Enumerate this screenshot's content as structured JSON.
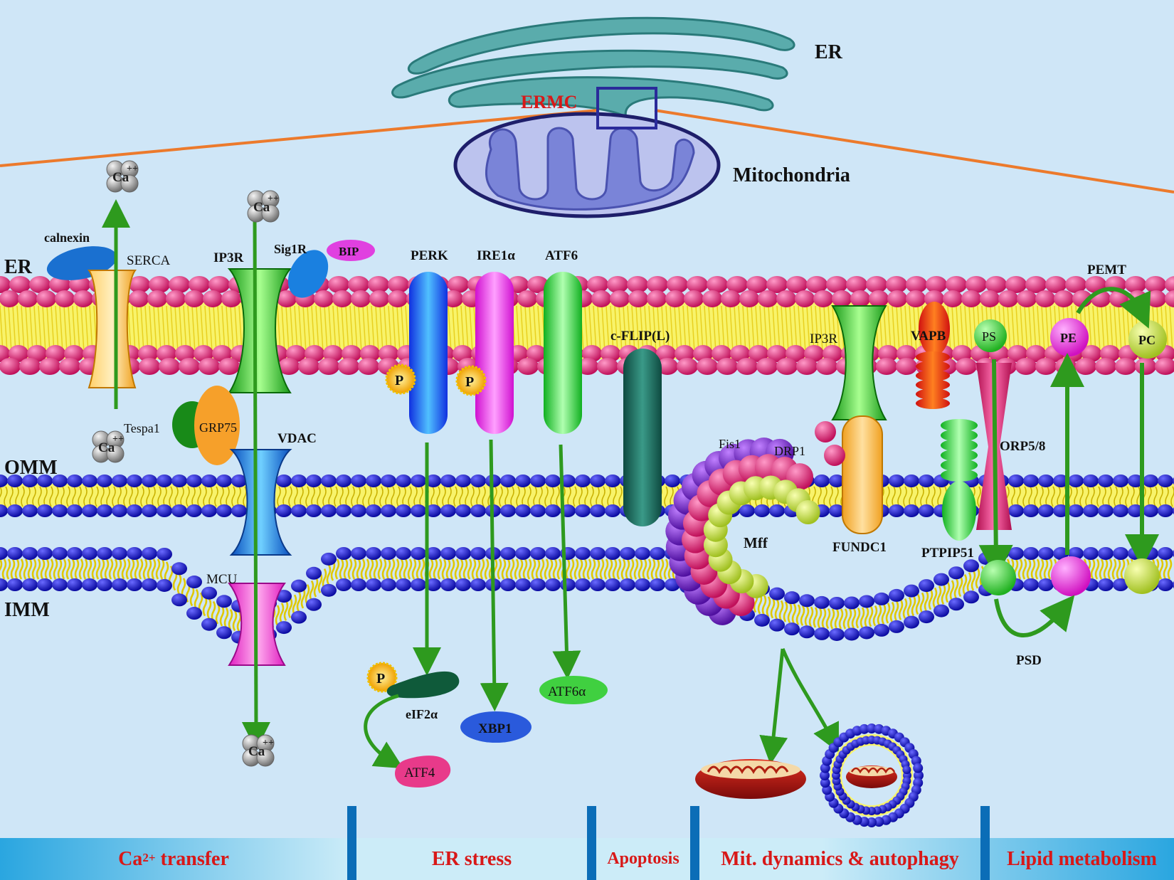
{
  "top": {
    "er_label": "ER",
    "ermc_label": "ERMC",
    "mitochondria_label": "Mitochondria"
  },
  "membranes": {
    "er": "ER",
    "omm": "OMM",
    "imm": "IMM"
  },
  "calcium": {
    "ion": "Ca",
    "charge": "++"
  },
  "proteins": {
    "calnexin": "calnexin",
    "serca": "SERCA",
    "ip3r_left": "IP3R",
    "sig1r": "Sig1R",
    "bip": "BIP",
    "tespa1": "Tespa1",
    "grp75": "GRP75",
    "vdac": "VDAC",
    "mcu": "MCU",
    "perk": "PERK",
    "ire1a": "IRE1α",
    "atf6": "ATF6",
    "phospho": "P",
    "eif2a": "eIF2α",
    "atf4": "ATF4",
    "xbp1": "XBP1",
    "atf6a": "ATF6α",
    "cflip": "c-FLIP(L)",
    "fis1": "Fis1",
    "drp1": "DRP1",
    "mff": "Mff",
    "ip3r_right": "IP3R",
    "fundc1": "FUNDC1",
    "vapb": "VAPB",
    "ptpip51": "PTPIP51",
    "orp58": "ORP5/8",
    "ps": "PS",
    "pe": "PE",
    "pc": "PC",
    "pemt": "PEMT",
    "psd": "PSD"
  },
  "footer": {
    "ca_prefix": "Ca",
    "ca_sup": "2+",
    "ca_suffix": " transfer",
    "er_stress": "ER stress",
    "apoptosis": "Apoptosis",
    "mit_dynamics": "Mit. dynamics & autophagy",
    "lipid": "Lipid metabolism"
  },
  "colors": {
    "background": "#cfe6f7",
    "er_lipid_head": "#d81a6a",
    "mito_lipid_head": "#1414c8",
    "lipid_tail": "#f4f02a",
    "arrow": "#2e9a1e",
    "footer_text": "#d81818",
    "zoom_line": "#ec7a2c"
  }
}
